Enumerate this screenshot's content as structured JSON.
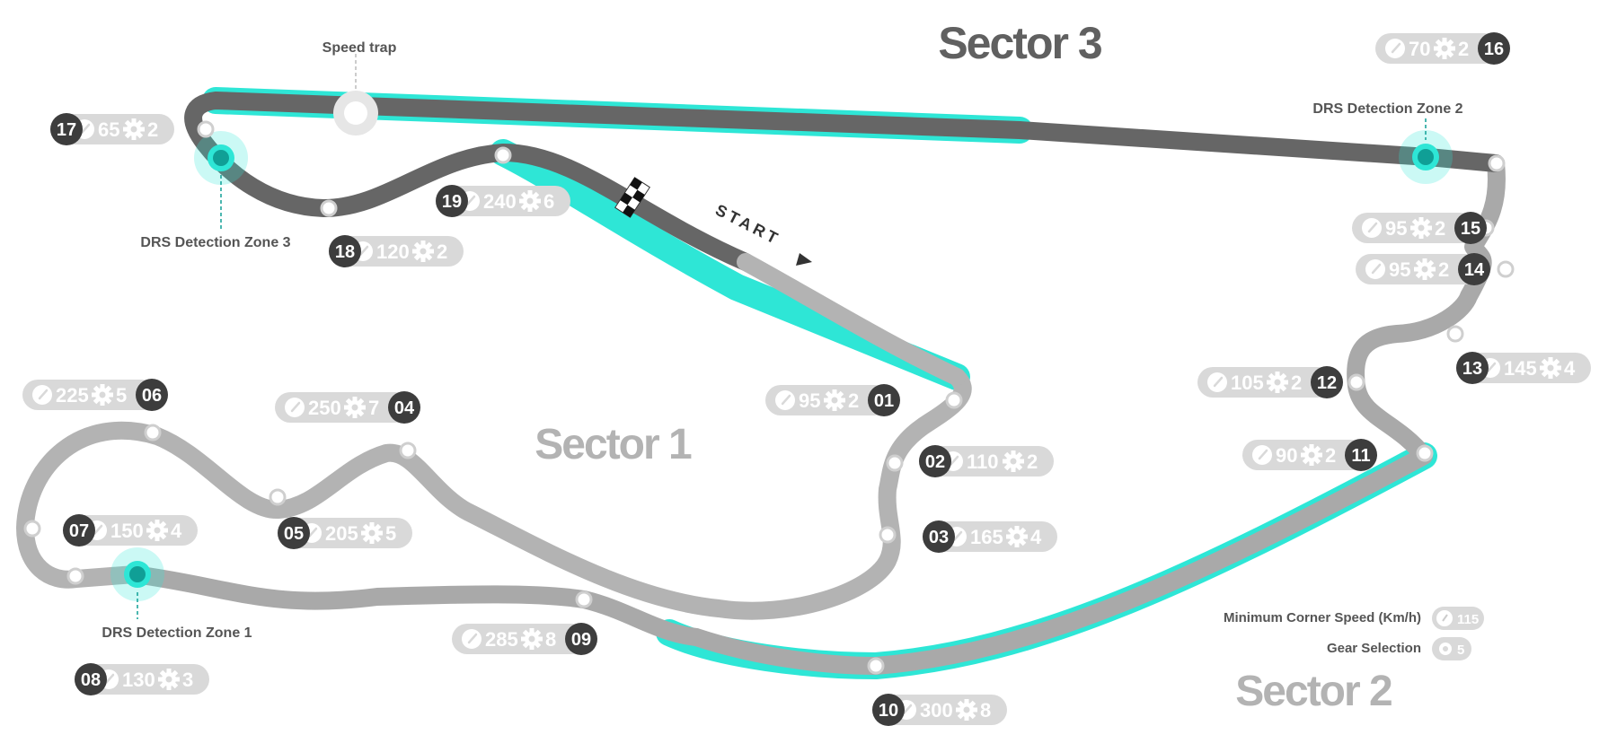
{
  "sectors": [
    {
      "name": "Sector 1",
      "color": "#b3b3b3"
    },
    {
      "name": "Sector 2",
      "color": "#b3b3b3"
    },
    {
      "name": "Sector 3",
      "color": "#606060"
    }
  ],
  "annotations": {
    "speed_trap": "Speed trap",
    "drs_zone_1": "DRS Detection Zone 1",
    "drs_zone_2": "DRS Detection Zone 2",
    "drs_zone_3": "DRS Detection Zone 3",
    "start": "START"
  },
  "legend": {
    "speed_label": "Minimum Corner Speed (Km/h)",
    "speed_value": "115",
    "gear_label": "Gear Selection",
    "gear_value": "5"
  },
  "colors": {
    "sector1_track": "#b3b3b3",
    "sector2_track": "#a9a9a9",
    "sector3_track": "#666666",
    "drs_highlight": "#2ee6d6",
    "pill_bg": "#d9d9d9",
    "number_bg": "#3d3d3d"
  },
  "corners": [
    {
      "number": "01",
      "speed": "95",
      "gear": "2"
    },
    {
      "number": "02",
      "speed": "110",
      "gear": "2"
    },
    {
      "number": "03",
      "speed": "165",
      "gear": "4"
    },
    {
      "number": "04",
      "speed": "250",
      "gear": "7"
    },
    {
      "number": "05",
      "speed": "205",
      "gear": "5"
    },
    {
      "number": "06",
      "speed": "225",
      "gear": "5"
    },
    {
      "number": "07",
      "speed": "150",
      "gear": "4"
    },
    {
      "number": "08",
      "speed": "130",
      "gear": "3"
    },
    {
      "number": "09",
      "speed": "285",
      "gear": "8"
    },
    {
      "number": "10",
      "speed": "300",
      "gear": "8"
    },
    {
      "number": "11",
      "speed": "90",
      "gear": "2"
    },
    {
      "number": "12",
      "speed": "105",
      "gear": "2"
    },
    {
      "number": "13",
      "speed": "145",
      "gear": "4"
    },
    {
      "number": "14",
      "speed": "95",
      "gear": "2"
    },
    {
      "number": "15",
      "speed": "95",
      "gear": "2"
    },
    {
      "number": "16",
      "speed": "70",
      "gear": "2"
    },
    {
      "number": "17",
      "speed": "65",
      "gear": "2"
    },
    {
      "number": "18",
      "speed": "120",
      "gear": "2"
    },
    {
      "number": "19",
      "speed": "240",
      "gear": "6"
    }
  ]
}
